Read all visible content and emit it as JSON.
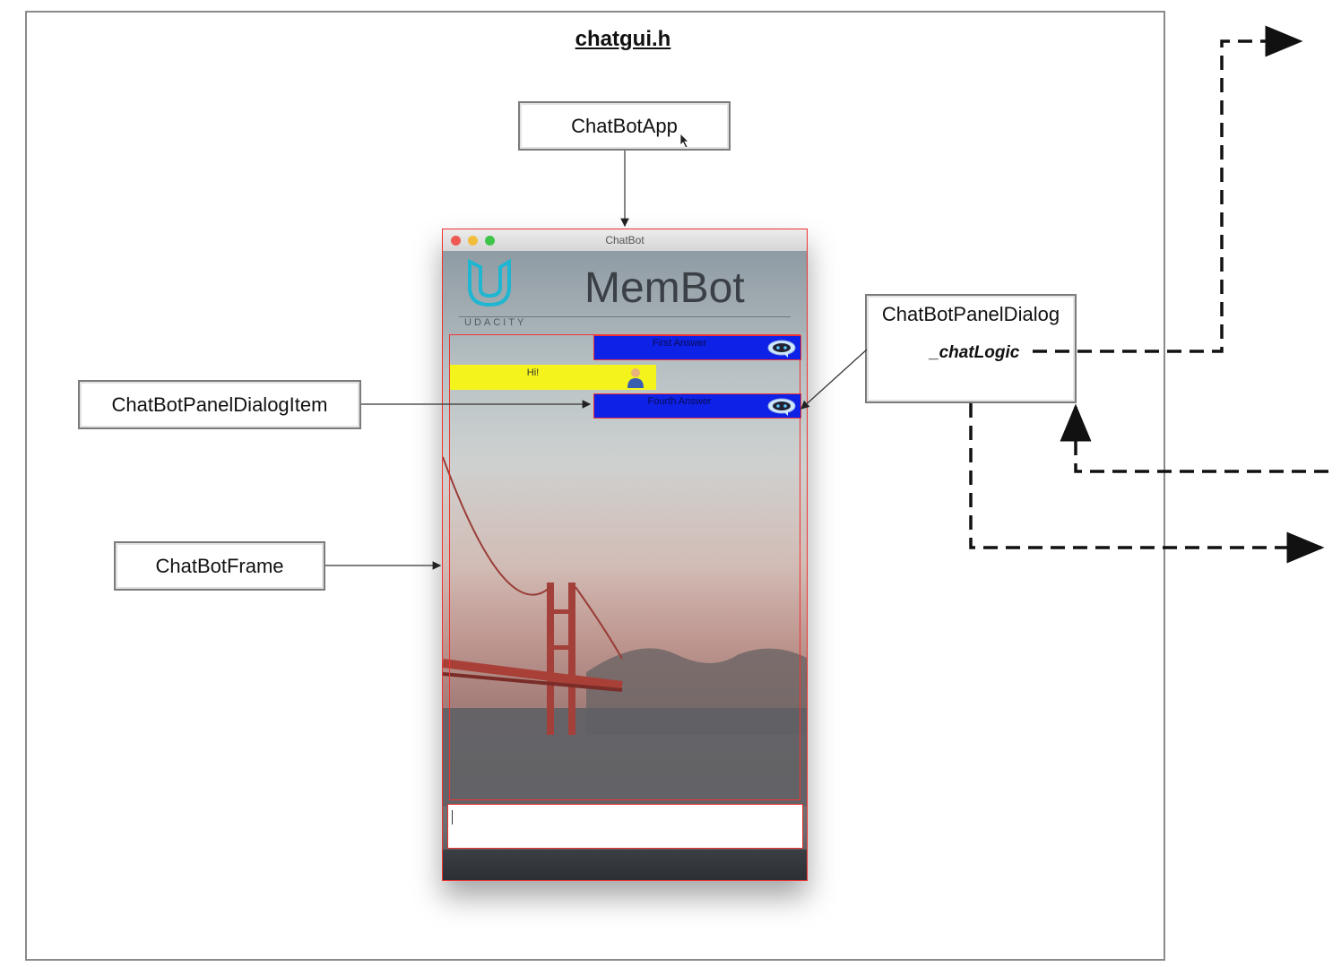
{
  "diagram": {
    "title": "chatgui.h",
    "boxes": {
      "app": "ChatBotApp",
      "panel_dialog_item": "ChatBotPanelDialogItem",
      "frame": "ChatBotFrame",
      "panel_dialog": "ChatBotPanelDialog",
      "panel_dialog_member": "_chatLogic"
    }
  },
  "window": {
    "title": "ChatBot",
    "header_title": "MemBot",
    "logo_text": "UDACITY",
    "messages": [
      {
        "text": "First Answer",
        "sender": "bot"
      },
      {
        "text": "Hi!",
        "sender": "user"
      },
      {
        "text": "Fourth Answer",
        "sender": "bot"
      }
    ],
    "input_value": ""
  },
  "colors": {
    "bot_bubble": "#0d22e6",
    "user_bubble": "#f4f41c",
    "highlight_border": "#ee3333",
    "close_dot": "#ee5a52",
    "minimize_dot": "#f2bd3a",
    "zoom_dot": "#3fc44a"
  },
  "icons": [
    "mouse-cursor-icon",
    "udacity-logo-icon",
    "bot-avatar-icon",
    "user-avatar-icon"
  ]
}
